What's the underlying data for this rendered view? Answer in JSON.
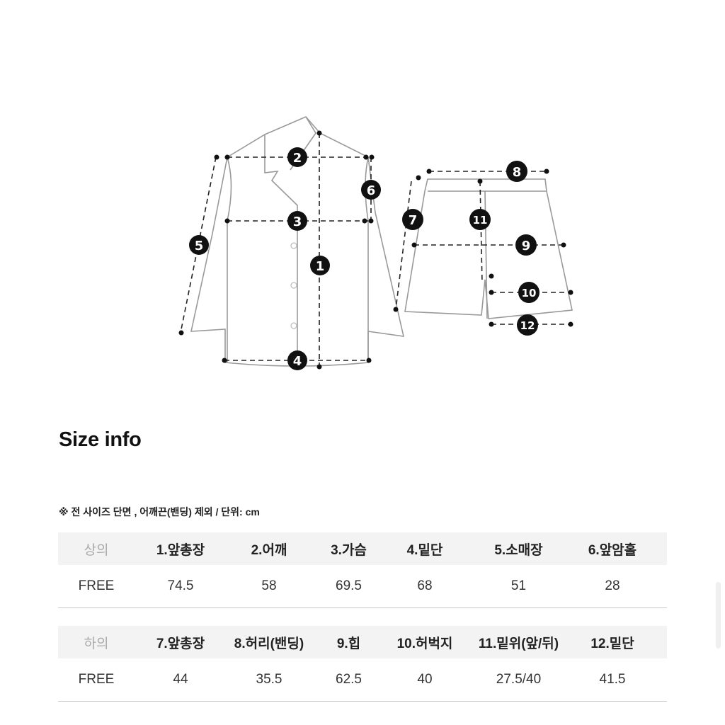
{
  "diagram": {
    "top_garment": "shirt",
    "bottom_garment": "shorts",
    "markers": [
      "1",
      "2",
      "3",
      "4",
      "5",
      "6",
      "7",
      "8",
      "9",
      "10",
      "11",
      "12"
    ]
  },
  "title": "Size info",
  "note": "※ 전 사이즈 단면 , 어깨끈(밴딩) 제외 / 단위: cm",
  "tables": [
    {
      "category": "상의",
      "headers": [
        "1.앞총장",
        "2.어깨",
        "3.가슴",
        "4.밑단",
        "5.소매장",
        "6.앞암홀"
      ],
      "rows": [
        {
          "size": "FREE",
          "values": [
            "74.5",
            "58",
            "69.5",
            "68",
            "51",
            "28"
          ]
        }
      ]
    },
    {
      "category": "하의",
      "headers": [
        "7.앞총장",
        "8.허리(밴딩)",
        "9.힙",
        "10.허벅지",
        "11.밑위(앞/뒤)",
        "12.밑단"
      ],
      "rows": [
        {
          "size": "FREE",
          "values": [
            "44",
            "35.5",
            "62.5",
            "40",
            "27.5/40",
            "41.5"
          ]
        }
      ]
    }
  ]
}
